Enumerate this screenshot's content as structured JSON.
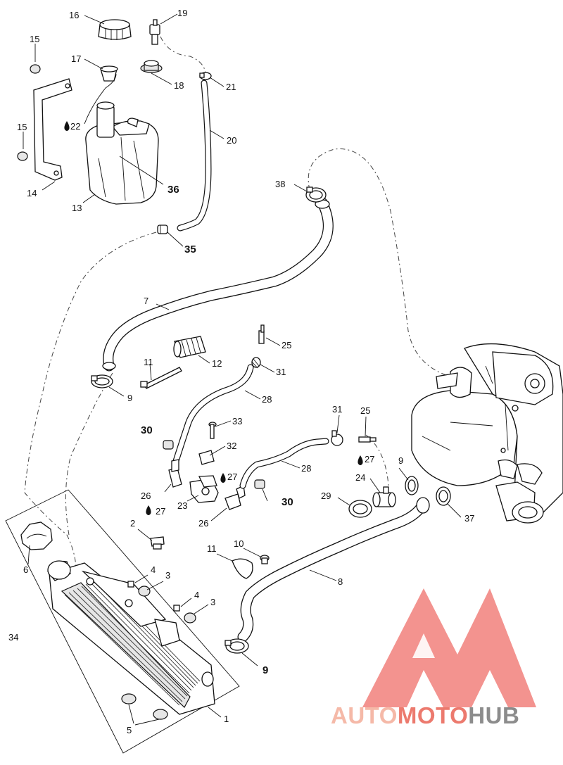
{
  "diagram": {
    "callouts": [
      {
        "id": "c1",
        "text": "1"
      },
      {
        "id": "c2",
        "text": "2"
      },
      {
        "id": "c3a",
        "text": "3"
      },
      {
        "id": "c3b",
        "text": "3"
      },
      {
        "id": "c4a",
        "text": "4"
      },
      {
        "id": "c4b",
        "text": "4"
      },
      {
        "id": "c5",
        "text": "5"
      },
      {
        "id": "c6",
        "text": "6"
      },
      {
        "id": "c7",
        "text": "7"
      },
      {
        "id": "c8",
        "text": "8"
      },
      {
        "id": "c9a",
        "text": "9"
      },
      {
        "id": "c9b",
        "text": "9"
      },
      {
        "id": "c9c",
        "text": "9"
      },
      {
        "id": "c10",
        "text": "10"
      },
      {
        "id": "c11a",
        "text": "11"
      },
      {
        "id": "c11b",
        "text": "11"
      },
      {
        "id": "c12",
        "text": "12"
      },
      {
        "id": "c13",
        "text": "13"
      },
      {
        "id": "c14",
        "text": "14"
      },
      {
        "id": "c15a",
        "text": "15"
      },
      {
        "id": "c15b",
        "text": "15"
      },
      {
        "id": "c16",
        "text": "16"
      },
      {
        "id": "c17",
        "text": "17"
      },
      {
        "id": "c18",
        "text": "18"
      },
      {
        "id": "c19",
        "text": "19"
      },
      {
        "id": "c20",
        "text": "20"
      },
      {
        "id": "c21",
        "text": "21"
      },
      {
        "id": "c22",
        "text": "22"
      },
      {
        "id": "c23",
        "text": "23"
      },
      {
        "id": "c24",
        "text": "24"
      },
      {
        "id": "c25a",
        "text": "25"
      },
      {
        "id": "c25b",
        "text": "25"
      },
      {
        "id": "c26a",
        "text": "26"
      },
      {
        "id": "c26b",
        "text": "26"
      },
      {
        "id": "c27a",
        "text": "27"
      },
      {
        "id": "c27b",
        "text": "27"
      },
      {
        "id": "c28a",
        "text": "28"
      },
      {
        "id": "c28b",
        "text": "28"
      },
      {
        "id": "c29",
        "text": "29"
      },
      {
        "id": "c30a",
        "text": "30"
      },
      {
        "id": "c30b",
        "text": "30"
      },
      {
        "id": "c31a",
        "text": "31"
      },
      {
        "id": "c31b",
        "text": "31"
      },
      {
        "id": "c32",
        "text": "32"
      },
      {
        "id": "c33",
        "text": "33"
      },
      {
        "id": "c34",
        "text": "34"
      },
      {
        "id": "c35",
        "text": "35"
      },
      {
        "id": "c36",
        "text": "36"
      },
      {
        "id": "c37",
        "text": "37"
      },
      {
        "id": "c38",
        "text": "38"
      }
    ]
  },
  "watermark": {
    "part1": "AUTO",
    "part2": "MOTO",
    "part3": "HUB",
    "colors": {
      "light": "#f5b9a8",
      "mid": "#ec7a6e",
      "gray": "#8c8c8c"
    }
  },
  "icons": {
    "drop": "oil-drop-icon",
    "logo": "triangle-logo-icon"
  }
}
